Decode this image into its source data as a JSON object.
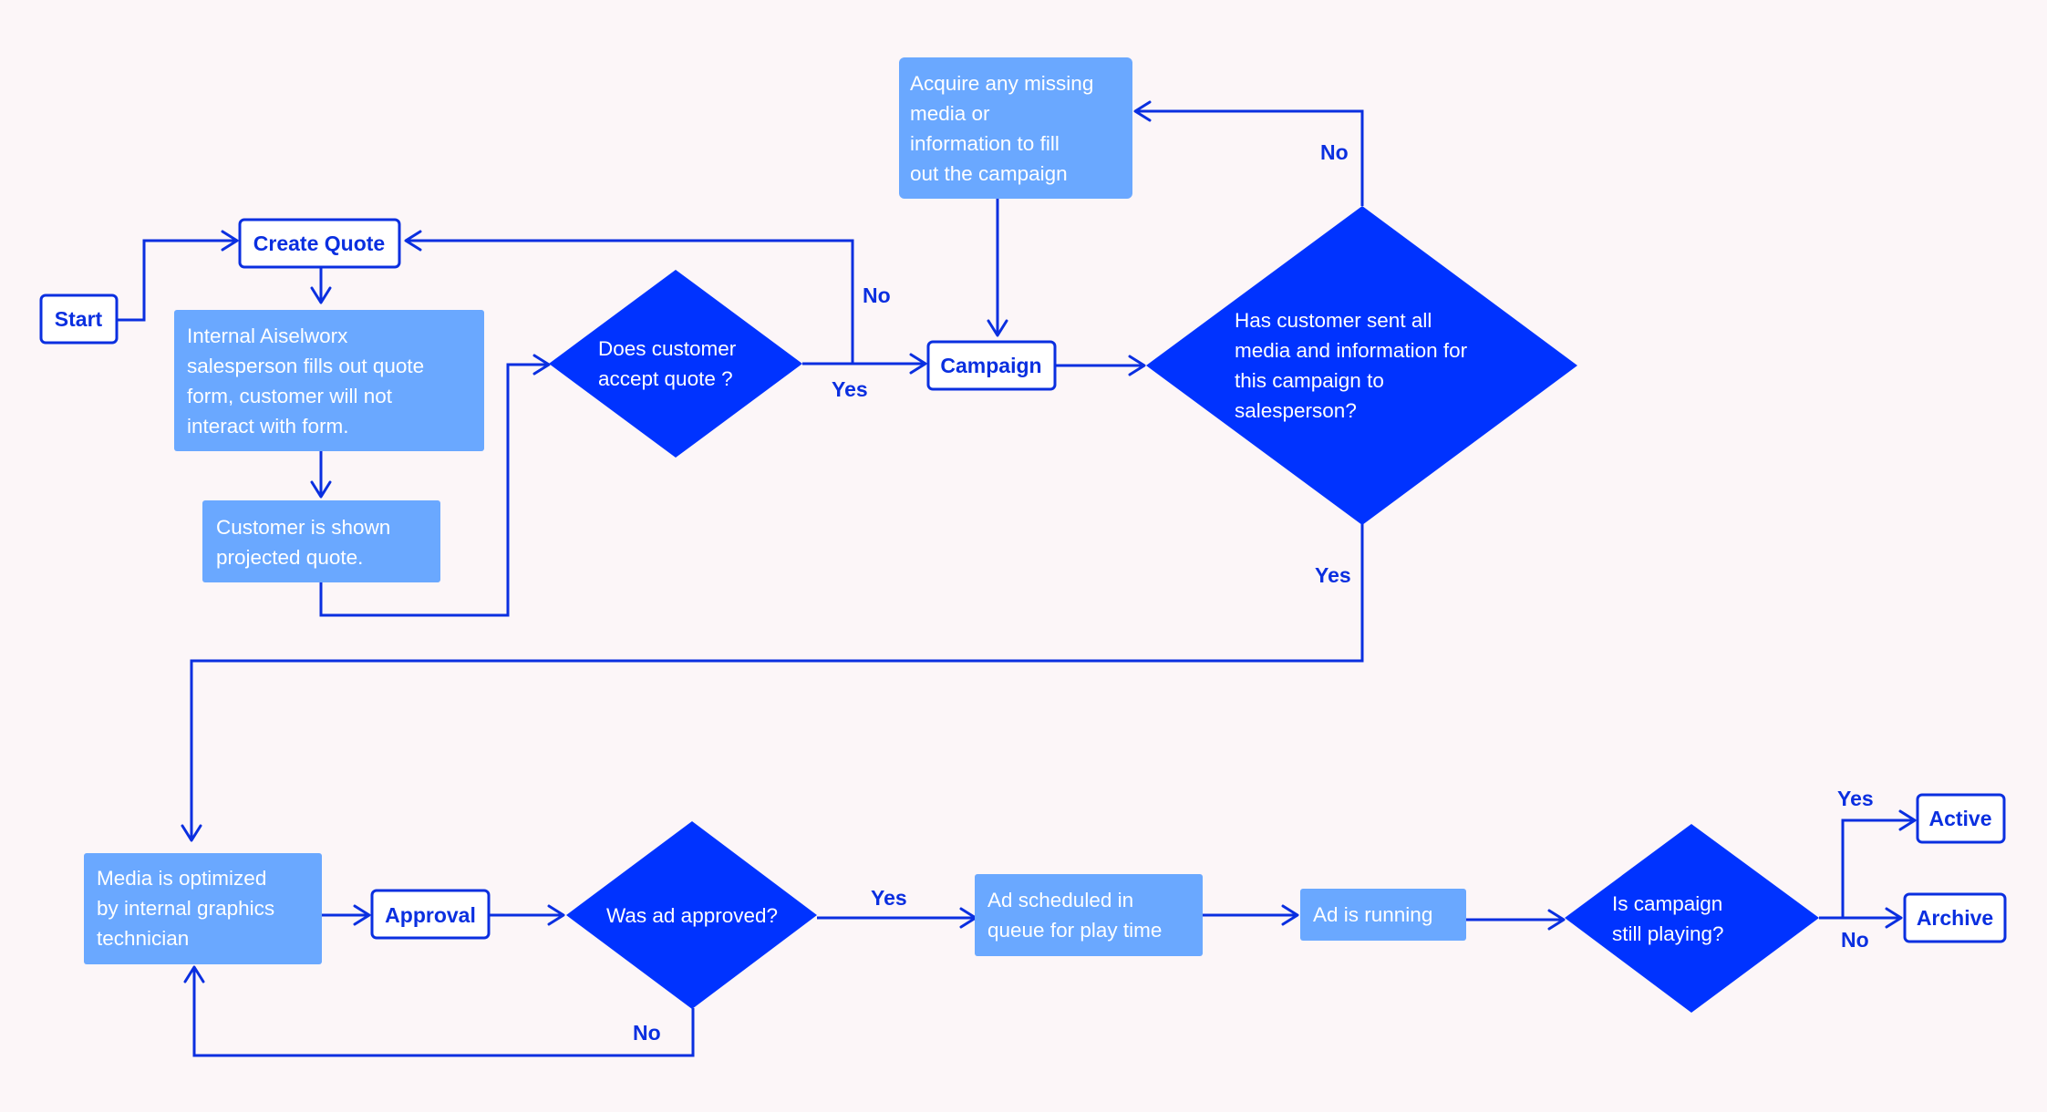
{
  "colors": {
    "background": "#fcf6f8",
    "primary": "#0033ff",
    "primary_dark": "#0a2fe0",
    "process_fill": "#6aa8ff",
    "terminal_fill": "#ffffff",
    "text_on_fill": "#ffffff"
  },
  "nodes": {
    "start": {
      "kind": "terminal",
      "lines": [
        "Start"
      ]
    },
    "create_quote": {
      "kind": "terminal",
      "lines": [
        "Create Quote"
      ]
    },
    "fill_quote": {
      "kind": "process",
      "lines": [
        "Internal Aiselworx",
        "salesperson fills out quote",
        "form, customer will not",
        "interact with form."
      ]
    },
    "shown_quote": {
      "kind": "process",
      "lines": [
        "Customer is shown",
        "projected quote."
      ]
    },
    "accept_quote": {
      "kind": "decision",
      "lines": [
        "Does customer",
        "accept quote ?"
      ]
    },
    "campaign": {
      "kind": "terminal",
      "lines": [
        "Campaign"
      ]
    },
    "acquire_media": {
      "kind": "process",
      "lines": [
        "Acquire any missing",
        "media or",
        "information to fill",
        "out the campaign"
      ]
    },
    "sent_all_media": {
      "kind": "decision",
      "lines": [
        "Has customer sent  all",
        "media and information for",
        "this campaign to",
        "salesperson?"
      ]
    },
    "media_optimized": {
      "kind": "process",
      "lines": [
        "Media is optimized",
        "by internal graphics",
        "technician"
      ]
    },
    "approval": {
      "kind": "terminal",
      "lines": [
        "Approval"
      ]
    },
    "ad_approved": {
      "kind": "decision",
      "lines": [
        "Was ad approved?"
      ]
    },
    "ad_scheduled": {
      "kind": "process",
      "lines": [
        "Ad scheduled in",
        "queue for play time"
      ]
    },
    "ad_running": {
      "kind": "process",
      "lines": [
        "Ad is running"
      ]
    },
    "still_playing": {
      "kind": "decision",
      "lines": [
        "Is campaign",
        "still playing?"
      ]
    },
    "active": {
      "kind": "terminal",
      "lines": [
        "Active"
      ]
    },
    "archive": {
      "kind": "terminal",
      "lines": [
        "Archive"
      ]
    }
  },
  "edges": [
    {
      "id": "start-to-create",
      "from": "start",
      "to": "create_quote",
      "label": ""
    },
    {
      "id": "create-to-fill",
      "from": "create_quote",
      "to": "fill_quote",
      "label": ""
    },
    {
      "id": "fill-to-shown",
      "from": "fill_quote",
      "to": "shown_quote",
      "label": ""
    },
    {
      "id": "shown-to-accept",
      "from": "shown_quote",
      "to": "accept_quote",
      "label": ""
    },
    {
      "id": "accept-no",
      "from": "accept_quote",
      "to": "create_quote",
      "label": "No"
    },
    {
      "id": "accept-yes",
      "from": "accept_quote",
      "to": "campaign",
      "label": "Yes"
    },
    {
      "id": "acquire-to-campaign",
      "from": "acquire_media",
      "to": "campaign",
      "label": ""
    },
    {
      "id": "campaign-to-sent",
      "from": "campaign",
      "to": "sent_all_media",
      "label": ""
    },
    {
      "id": "sent-no",
      "from": "sent_all_media",
      "to": "acquire_media",
      "label": "No"
    },
    {
      "id": "sent-yes",
      "from": "sent_all_media",
      "to": "media_optimized",
      "label": "Yes"
    },
    {
      "id": "optimized-to-approval",
      "from": "media_optimized",
      "to": "approval",
      "label": ""
    },
    {
      "id": "approval-to-approved",
      "from": "approval",
      "to": "ad_approved",
      "label": ""
    },
    {
      "id": "approved-yes",
      "from": "ad_approved",
      "to": "ad_scheduled",
      "label": "Yes"
    },
    {
      "id": "approved-no",
      "from": "ad_approved",
      "to": "media_optimized",
      "label": "No"
    },
    {
      "id": "scheduled-to-running",
      "from": "ad_scheduled",
      "to": "ad_running",
      "label": ""
    },
    {
      "id": "running-to-playing",
      "from": "ad_running",
      "to": "still_playing",
      "label": ""
    },
    {
      "id": "playing-yes",
      "from": "still_playing",
      "to": "active",
      "label": "Yes"
    },
    {
      "id": "playing-no",
      "from": "still_playing",
      "to": "archive",
      "label": "No"
    }
  ]
}
